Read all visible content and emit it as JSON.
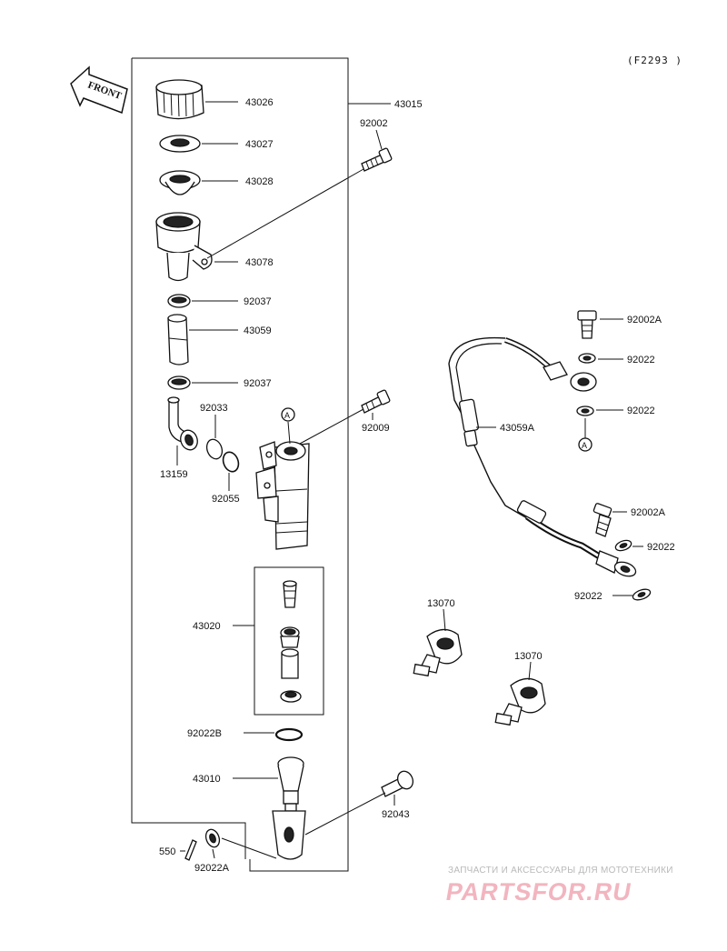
{
  "diagram_code": "(F2293 )",
  "front_arrow_text": "FRONT",
  "callout_letter": "A",
  "parts": {
    "p43026": "43026",
    "p43027": "43027",
    "p43028": "43028",
    "p43078": "43078",
    "p92037a": "92037",
    "p43059": "43059",
    "p92037b": "92037",
    "p92033": "92033",
    "p13159": "13159",
    "p92055": "92055",
    "p43015": "43015",
    "p92002": "92002",
    "p92009": "92009",
    "p43020": "43020",
    "p92022B": "92022B",
    "p43010": "43010",
    "p92043": "92043",
    "p550": "550",
    "p92022A": "92022A",
    "p92002A_top": "92002A",
    "p92022_t1": "92022",
    "p92022_t2": "92022",
    "p43059A": "43059A",
    "p92002A_bot": "92002A",
    "p92022_b1": "92022",
    "p92022_b2": "92022",
    "p13070_left": "13070",
    "p13070_right": "13070"
  },
  "watermark": {
    "line1": "ЗАПЧАСТИ И АКСЕССУАРЫ ДЛЯ МОТОТЕХНИКИ",
    "line2": "PARTSFOR.RU"
  },
  "colors": {
    "ink": "#111111",
    "watermark_gray": "#b9b9b9",
    "watermark_pink": "#f2b5bf"
  }
}
